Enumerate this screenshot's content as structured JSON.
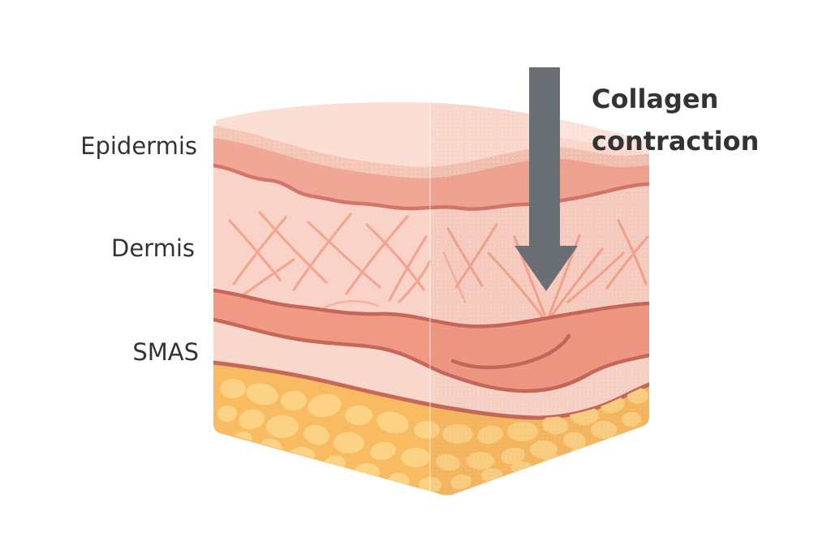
{
  "figure": {
    "type": "skin-cross-section-diagram",
    "description": "Cross-section block of skin layers with downward arrow showing collagen contraction"
  },
  "layers": [
    {
      "label": "Epidermis"
    },
    {
      "label": "Dermis"
    },
    {
      "label": "SMAS"
    }
  ],
  "annotation": {
    "label": "Collagen contraction",
    "lines": [
      "Collagen",
      "contraction"
    ],
    "arrow": "down"
  },
  "palette": {
    "background": "#ffffff",
    "text": "#333333",
    "arrow": "#6a6f75",
    "surface": "#fcdfd4",
    "epidermis_light": "#f5c6b6",
    "epidermis": "#f1a795",
    "epidermis_line": "#d3756a",
    "dermis": "#f9d2c8",
    "fiber": "#f2a48e",
    "smas": "#f09a85",
    "outline": "#c56759",
    "subsmas": "#f9d7cd",
    "fat": "#f8bb61",
    "fat_blob": "#fcd384"
  }
}
